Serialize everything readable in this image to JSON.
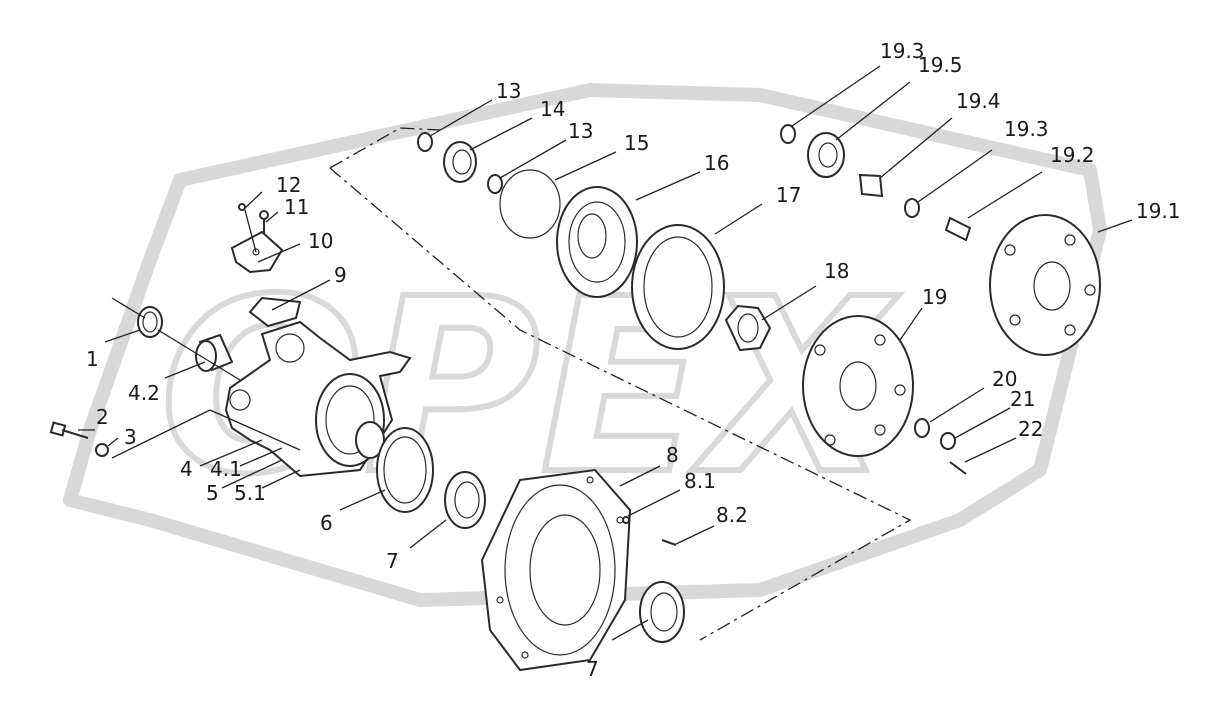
{
  "watermark_text": "OPEX",
  "callouts": [
    {
      "id": "c-1",
      "text": "1"
    },
    {
      "id": "c-4-2",
      "text": "4.2"
    },
    {
      "id": "c-2",
      "text": "2"
    },
    {
      "id": "c-3",
      "text": "3"
    },
    {
      "id": "c-4",
      "text": "4"
    },
    {
      "id": "c-4-1",
      "text": "4.1"
    },
    {
      "id": "c-5",
      "text": "5"
    },
    {
      "id": "c-5-1",
      "text": "5.1"
    },
    {
      "id": "c-6",
      "text": "6"
    },
    {
      "id": "c-7a",
      "text": "7"
    },
    {
      "id": "c-7b",
      "text": "7"
    },
    {
      "id": "c-8",
      "text": "8"
    },
    {
      "id": "c-8-1",
      "text": "8.1"
    },
    {
      "id": "c-8-2",
      "text": "8.2"
    },
    {
      "id": "c-9",
      "text": "9"
    },
    {
      "id": "c-10",
      "text": "10"
    },
    {
      "id": "c-11",
      "text": "11"
    },
    {
      "id": "c-12",
      "text": "12"
    },
    {
      "id": "c-13a",
      "text": "13"
    },
    {
      "id": "c-13b",
      "text": "13"
    },
    {
      "id": "c-14",
      "text": "14"
    },
    {
      "id": "c-15",
      "text": "15"
    },
    {
      "id": "c-16",
      "text": "16"
    },
    {
      "id": "c-17",
      "text": "17"
    },
    {
      "id": "c-18",
      "text": "18"
    },
    {
      "id": "c-19",
      "text": "19"
    },
    {
      "id": "c-19-1",
      "text": "19.1"
    },
    {
      "id": "c-19-2",
      "text": "19.2"
    },
    {
      "id": "c-19-3a",
      "text": "19.3"
    },
    {
      "id": "c-19-3b",
      "text": "19.3"
    },
    {
      "id": "c-19-4",
      "text": "19.4"
    },
    {
      "id": "c-19-5",
      "text": "19.5"
    },
    {
      "id": "c-20",
      "text": "20"
    },
    {
      "id": "c-21",
      "text": "21"
    },
    {
      "id": "c-22",
      "text": "22"
    }
  ]
}
